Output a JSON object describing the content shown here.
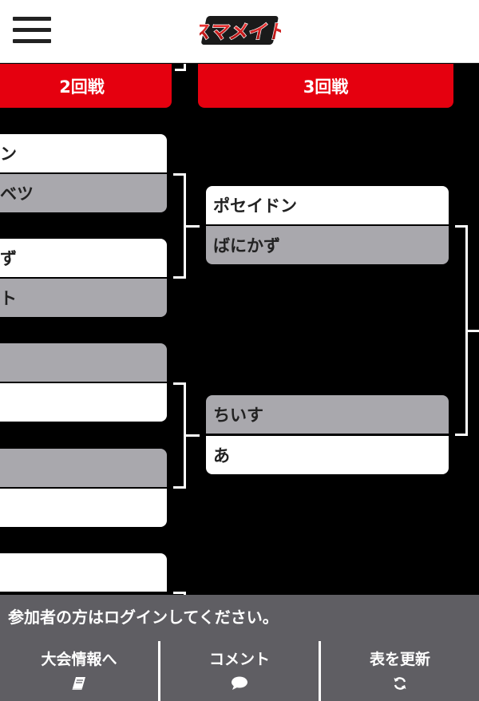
{
  "header": {
    "logo_text": "スマメイト"
  },
  "rounds": {
    "round2": "2回戦",
    "round3": "3回戦"
  },
  "round2_slots": [
    {
      "name": "ン",
      "state": "win"
    },
    {
      "name": "ベツ",
      "state": "lose"
    },
    {
      "name": "ず",
      "state": "win"
    },
    {
      "name": "ト",
      "state": "lose"
    },
    {
      "name": "",
      "state": "lose"
    },
    {
      "name": "",
      "state": "win"
    },
    {
      "name": "",
      "state": "lose"
    },
    {
      "name": "",
      "state": "win"
    },
    {
      "name": "",
      "state": "win"
    }
  ],
  "round3_slots": [
    {
      "name": "ポセイドン",
      "state": "win"
    },
    {
      "name": "ばにかず",
      "state": "lose"
    },
    {
      "name": "ちいす",
      "state": "lose"
    },
    {
      "name": "あ",
      "state": "win"
    }
  ],
  "footer": {
    "notice": "参加者の方はログインしてください。",
    "menu": [
      {
        "label": "大会情報へ",
        "icon": "book-icon"
      },
      {
        "label": "コメント",
        "icon": "comment-icon"
      },
      {
        "label": "表を更新",
        "icon": "refresh-icon"
      }
    ]
  },
  "colors": {
    "accent": "#e5000f",
    "loser": "#a9a8ad",
    "footer": "#5f5e63"
  }
}
